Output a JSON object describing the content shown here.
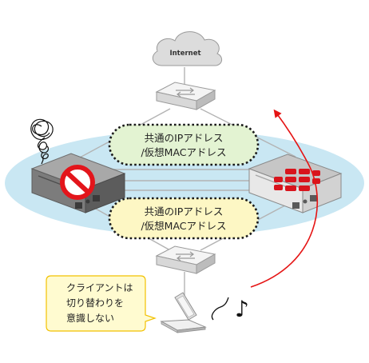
{
  "internet": {
    "label": "Internet"
  },
  "vip_upper": {
    "line1": "共通のIPアドレス",
    "line2": "/仮想MACアドレス"
  },
  "vip_lower": {
    "line1": "共通のIPアドレス",
    "line2": "/仮想MACアドレス"
  },
  "client_note": {
    "line1": "クライアントは",
    "line2": "切り替わりを",
    "line3": "意識しない"
  },
  "colors": {
    "ellipse": "#c9e7f3",
    "bubble_green": "#e3f3d2",
    "bubble_yellow": "#fdf7c4",
    "note_fill": "#fffbd0",
    "note_border": "#f2c100",
    "arrow_red": "#e51414",
    "fortinet_red": "#d8141c",
    "prohibit_red": "#e3151b"
  },
  "icons": {
    "internet": "cloud-icon",
    "switch": "network-switch-icon",
    "failed_firewall": "failed-firewall-icon",
    "prohibit": "prohibited-icon",
    "scribble": "scribble-icon",
    "active_firewall": "fortinet-firewall-icon",
    "laptop": "laptop-icon",
    "music": "music-note-icon"
  }
}
